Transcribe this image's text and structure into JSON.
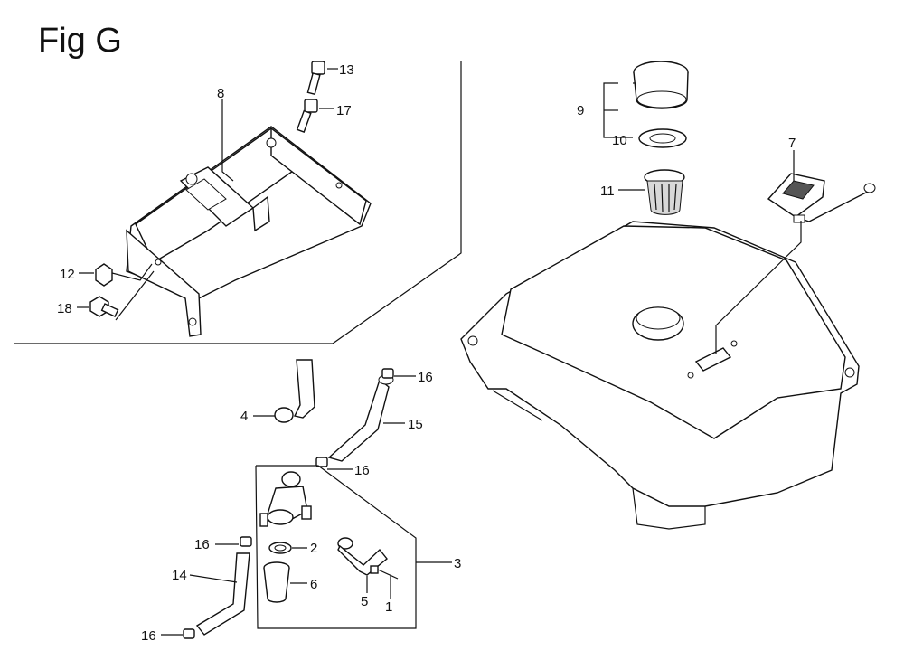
{
  "figure": {
    "title": "Fig G"
  },
  "callouts": {
    "c1": "1",
    "c2": "2",
    "c3": "3",
    "c4": "4",
    "c5": "5",
    "c6": "6",
    "c7": "7",
    "c8": "8",
    "c9": "9",
    "c10": "10",
    "c11": "11",
    "c12": "12",
    "c13": "13",
    "c14": "14",
    "c15": "15",
    "c16a": "16",
    "c16b": "16",
    "c16c": "16",
    "c16d": "16",
    "c17": "17",
    "c18": "18"
  }
}
